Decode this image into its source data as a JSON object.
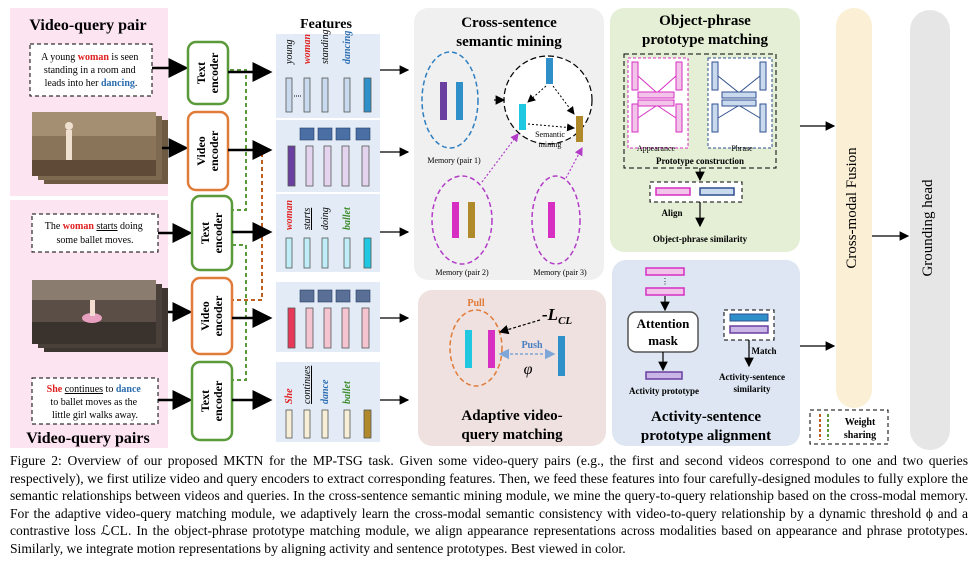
{
  "colors": {
    "pink_bg": "#fce4f1",
    "mid_panel_bg": "#f0f0f0",
    "green_panel_bg": "#e4efd6",
    "blue_panel_bg": "#dde6f2",
    "rose_panel_bg": "#efe1df",
    "fusion_bg": "#fbefd6",
    "head_bg": "#e6e6e6",
    "text_encoder": "#5a9a3a",
    "video_encoder": "#e07b39",
    "red_word": "#e02020",
    "blue_word": "#2b6cb0",
    "memory_blue": "#2f7fc1",
    "memory_purple": "#b23cc8",
    "magenta": "#d62fc2"
  },
  "left": {
    "title_top": "Video-query pair",
    "query1": {
      "pre": "A young ",
      "red": "woman",
      "mid": " is seen standing in a room and leads into her ",
      "blue": "dancing",
      "post": "."
    },
    "query2": {
      "pre": "The ",
      "red": "woman",
      "mid": " ",
      "u1": "starts",
      "mid2": " doing some ballet moves."
    },
    "query3": {
      "red": "She",
      "sp1": " ",
      "u1": "continues",
      "mid": " to ",
      "blue": "dance",
      "post": " to ballet moves as the little girl walks away."
    },
    "title_bottom": "Video-query pairs"
  },
  "encoders": {
    "text": "Text encoder",
    "video": "Video encoder"
  },
  "features": {
    "title": "Features",
    "row1_words": [
      "young",
      "woman",
      "standing",
      "dancing"
    ],
    "row3_words": [
      "woman",
      "starts",
      "doing",
      "ballet"
    ],
    "row5_words": [
      "She",
      "continues",
      "dance",
      "ballet"
    ]
  },
  "csm": {
    "title_line1": "Cross-sentence",
    "title_line2": "semantic mining",
    "semantic_mining": "Semantic mining",
    "memory_pair1": "Memory (pair 1)",
    "memory_pair2": "Memory (pair 2)",
    "memory_pair3": "Memory (pair 3)"
  },
  "avqm": {
    "pull": "Pull",
    "push": "Push",
    "loss": "L",
    "loss_sub": "CL",
    "phi": "φ",
    "title_line1": "Adaptive video-",
    "title_line2": "query matching"
  },
  "oppm": {
    "title_line1": "Object-phrase",
    "title_line2": "prototype matching",
    "appearance": "Appearance",
    "phrase": "Phrase",
    "prototype_construction": "Prototype construction",
    "align": "Align",
    "similarity": "Object-phrase similarity"
  },
  "aspa": {
    "attention_mask": "Attention mask",
    "match": "Match",
    "activity_prototype": "Activity prototype",
    "activity_sentence_similarity": "Activity-sentence similarity",
    "title_line1": "Activity-sentence",
    "title_line2": "prototype alignment"
  },
  "fusion": "Cross-modal Fusion",
  "grounding": "Grounding head",
  "legend": "Weight sharing",
  "caption": {
    "label": "Figure 2:",
    "text": "Overview of our proposed MKTN for the MP-TSG task. Given some video-query pairs (e.g., the first and second videos correspond to one and two queries respectively), we first utilize video and query encoders to extract corresponding features. Then, we feed these features into four carefully-designed modules to fully explore the semantic relationships between videos and queries. In the cross-sentence semantic mining module, we mine the query-to-query relationship based on the cross-modal memory. For the adaptive video-query matching module, we adaptively learn the cross-modal semantic consistency with video-to-query relationship by a dynamic threshold ϕ and a contrastive loss ℒCL. In the object-phrase prototype matching module, we align appearance representations across modalities based on appearance and phrase prototypes. Similarly, we integrate motion representations by aligning activity and sentence prototypes. Best viewed in color."
  }
}
